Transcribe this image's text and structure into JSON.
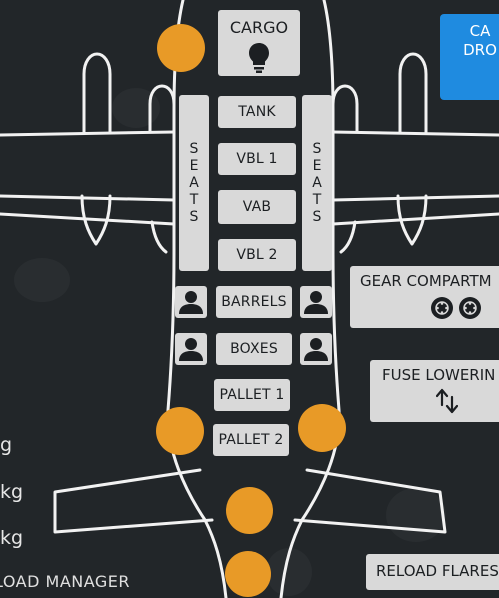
{
  "cargo": {
    "label": "CARGO",
    "icon": "lightbulb-icon"
  },
  "bays": {
    "tank": "TANK",
    "vbl1": "VBL 1",
    "vab": "VAB",
    "vbl2": "VBL 2",
    "barrels": "BARRELS",
    "boxes": "BOXES",
    "pallet1": "PALLET 1",
    "pallet2": "PALLET 2"
  },
  "seats_label": "SEATS",
  "passenger_icon": "person-icon",
  "side_panel": {
    "cargo_drop": "CA\nDRO",
    "gear": "GEAR COMPARTM",
    "gear_icons": [
      "tire-icon",
      "tire-icon"
    ],
    "fuse": "FUSE LOWERIN",
    "fuse_icon": "up-down-arrows-icon",
    "reload": "RELOAD FLARES"
  },
  "weights": [
    "g",
    "kg",
    "kg"
  ],
  "footer": {
    "load_manager": "LOAD MANAGER"
  },
  "colors": {
    "background": "#222629",
    "outline": "#f2f2f2",
    "button": "#d9d9d9",
    "button_text": "#1c1f22",
    "marker": "#e89a27",
    "accent": "#1f8be0"
  }
}
